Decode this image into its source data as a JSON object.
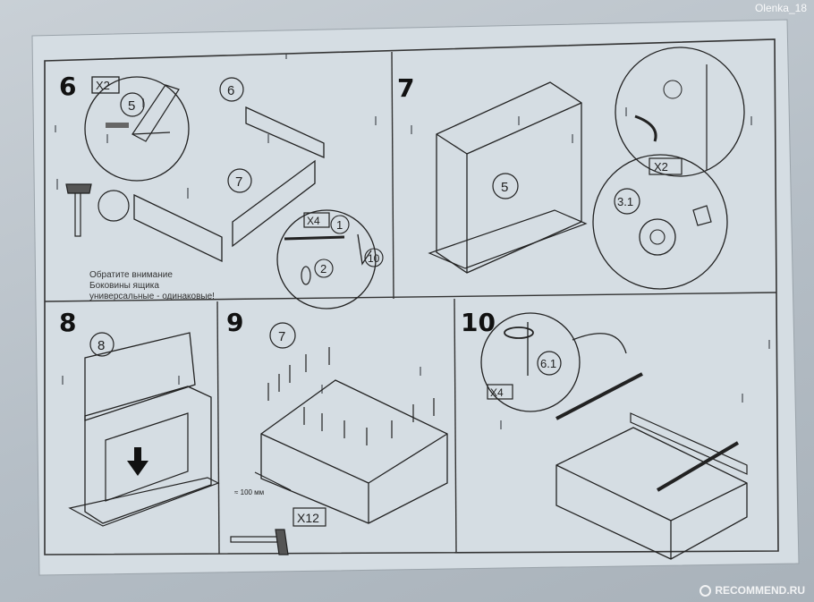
{
  "watermark": {
    "user": "Olenka_18",
    "site": "RECOMMEND.RU"
  },
  "steps": [
    {
      "number": "6",
      "callouts": {
        "qty_a": "X2",
        "part_a": "5",
        "part_top": "6",
        "part_mid": "7",
        "qty_b": "X4",
        "part_b1": "1",
        "part_b2": "2",
        "part_b3": "10"
      },
      "note": [
        "Обратите внимание",
        "Боковины ящика",
        "универсальные - одинаковые!"
      ]
    },
    {
      "number": "7",
      "callouts": {
        "qty": "X2",
        "part": "5",
        "part_zoom": "3.1"
      }
    },
    {
      "number": "8",
      "callouts": {
        "part": "8"
      }
    },
    {
      "number": "9",
      "callouts": {
        "part": "7",
        "dim": "≈ 100 мм",
        "qty": "X12"
      }
    },
    {
      "number": "10",
      "callouts": {
        "part": "6.1",
        "qty": "X4"
      }
    }
  ]
}
